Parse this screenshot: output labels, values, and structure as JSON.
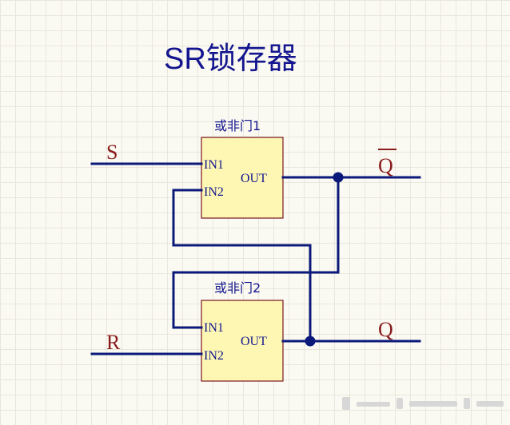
{
  "diagram": {
    "title": "SR锁存器",
    "gates": [
      {
        "name": "或非门1",
        "inputs": [
          "IN1",
          "IN2"
        ],
        "output": "OUT"
      },
      {
        "name": "或非门2",
        "inputs": [
          "IN1",
          "IN2"
        ],
        "output": "OUT"
      }
    ],
    "inputs": {
      "s": "S",
      "r": "R"
    },
    "outputs": {
      "q_bar": "Q",
      "q": "Q"
    },
    "colors": {
      "wire": "#0b1a7a",
      "gate_fill": "#fdf7b3",
      "gate_border": "#7a1520",
      "net_label": "#8a1c1c",
      "title": "#14168f"
    }
  }
}
